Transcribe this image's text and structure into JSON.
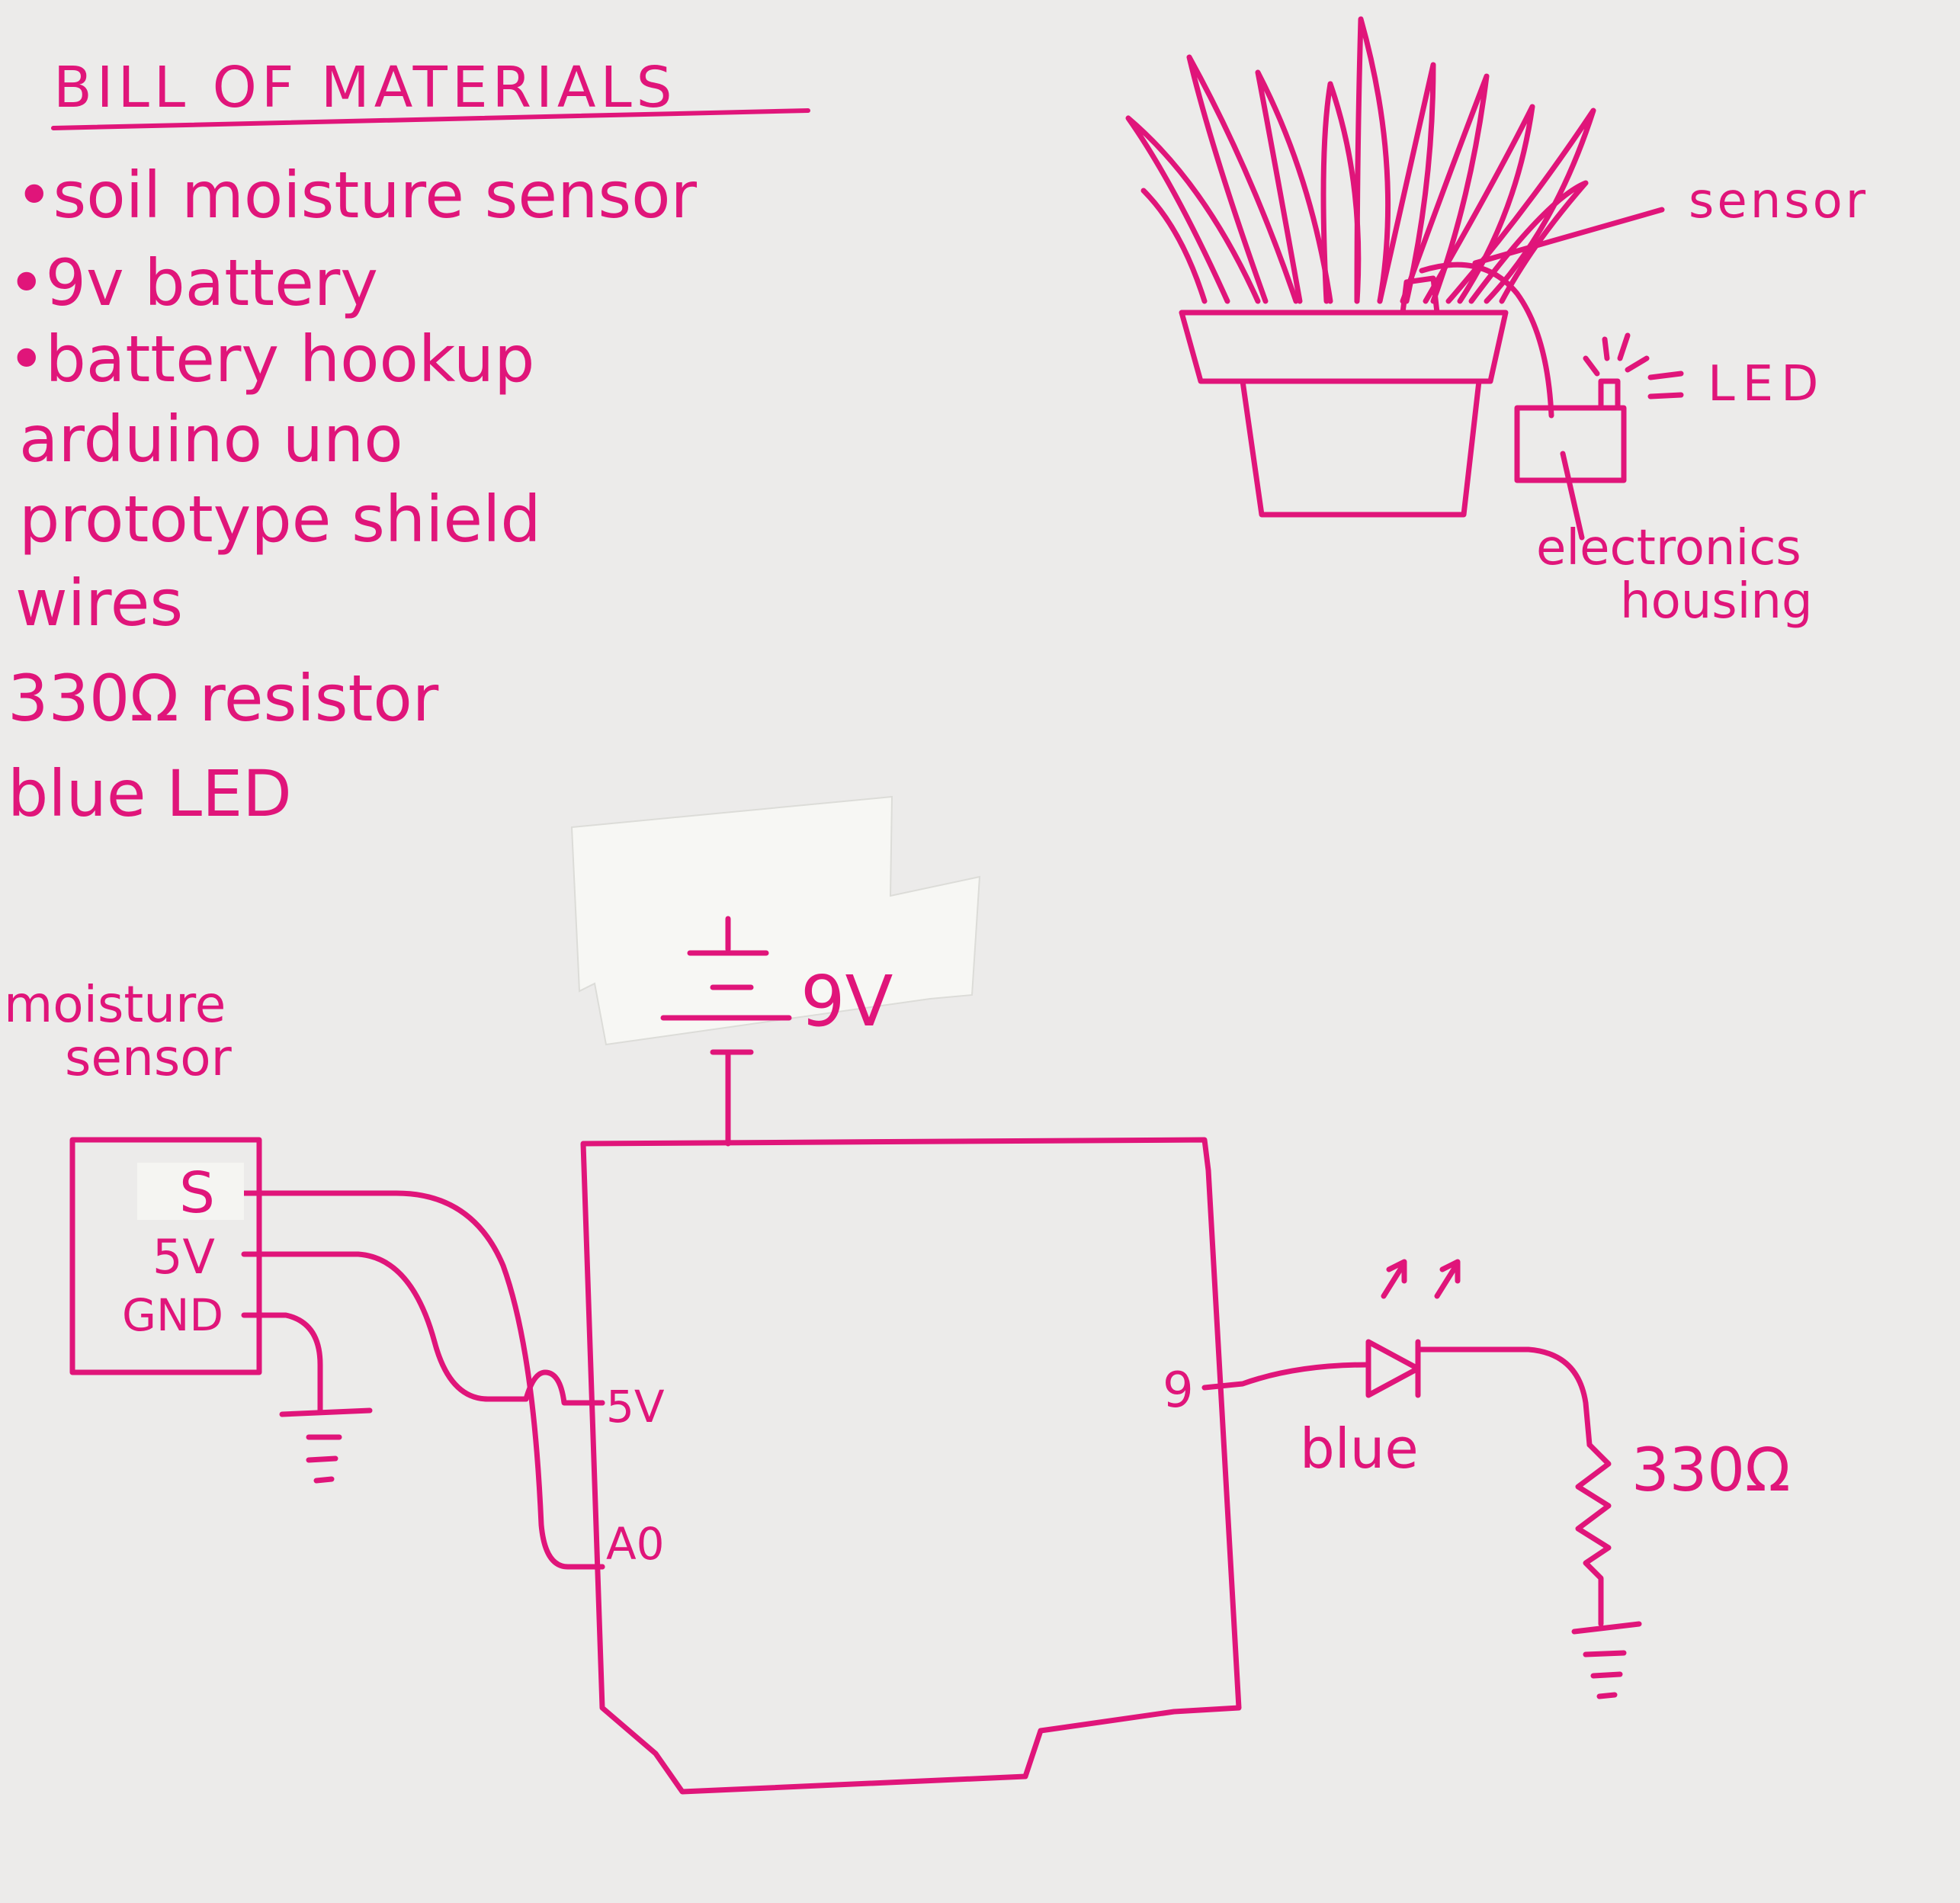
{
  "colors": {
    "paper": "#ecebea",
    "ink": "#e0157a",
    "tape": "#f7f7f4"
  },
  "bom": {
    "title": "BILL OF MATERIALS",
    "items": [
      "•soil moisture sensor",
      "•9v battery",
      "•battery hookup",
      "arduino uno",
      "prototype shield",
      "wires",
      "330Ω resistor",
      "blue LED"
    ]
  },
  "plant_sketch": {
    "sensor_label": "sensor",
    "led_label": "LED",
    "housing_label_line1": "electronics",
    "housing_label_line2": "housing"
  },
  "schematic": {
    "battery_label": "9V",
    "sensor_title_line1": "moisture",
    "sensor_title_line2": "sensor",
    "sensor_pins": [
      "S",
      "5V",
      "GND"
    ],
    "arduino_pins_left": [
      "5V",
      "A0"
    ],
    "arduino_pin_right": "9",
    "led_label": "blue",
    "resistor_label": "330Ω"
  }
}
